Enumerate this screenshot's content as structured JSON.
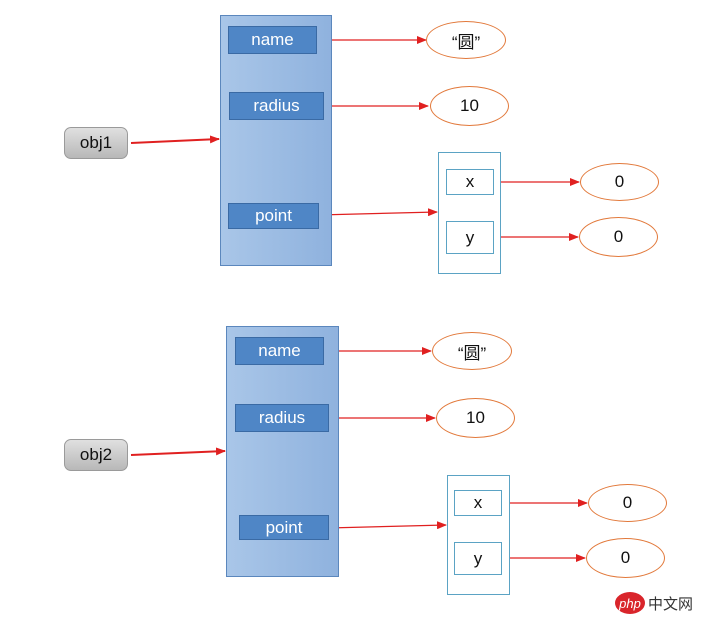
{
  "obj1": {
    "label": "obj1",
    "fields": {
      "name": "name",
      "radius": "radius",
      "point": "point"
    },
    "values": {
      "name": "“圆”",
      "radius": "10"
    },
    "point": {
      "x_label": "x",
      "y_label": "y",
      "x_value": "0",
      "y_value": "0"
    }
  },
  "obj2": {
    "label": "obj2",
    "fields": {
      "name": "name",
      "radius": "radius",
      "point": "point"
    },
    "values": {
      "name": "“圆”",
      "radius": "10"
    },
    "point": {
      "x_label": "x",
      "y_label": "y",
      "x_value": "0",
      "y_value": "0"
    }
  },
  "watermark": {
    "badge": "php",
    "text": "中文网"
  },
  "colors": {
    "panel": "#9dbde4",
    "field": "#4f86c6",
    "arrow": "#e02020",
    "value_border": "#e2793b",
    "point_border": "#5ba3c4"
  }
}
